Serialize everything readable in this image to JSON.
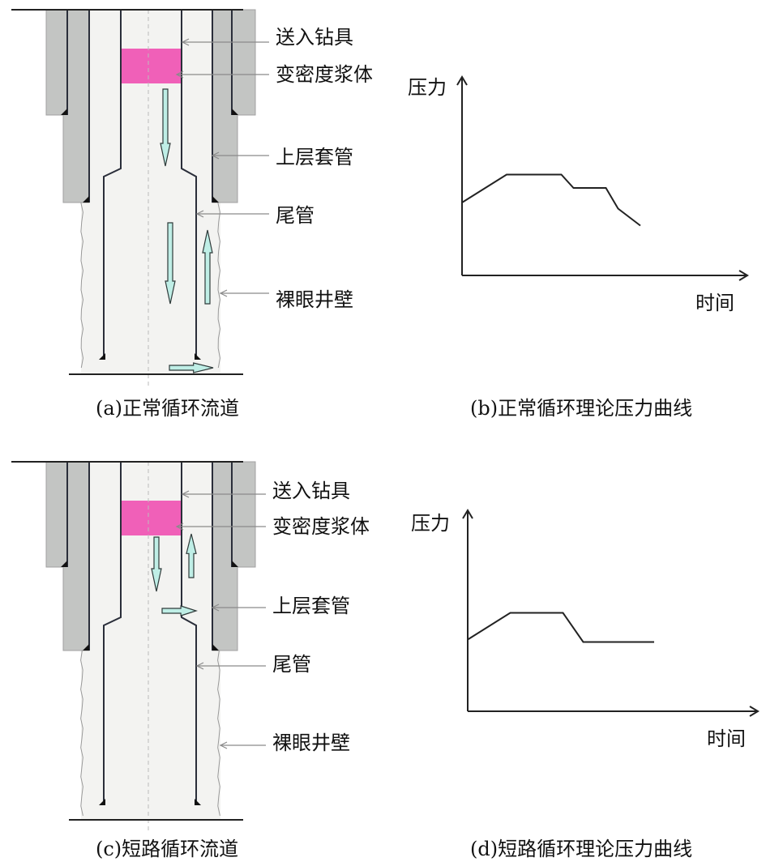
{
  "panels": [
    {
      "id": "a",
      "caption": "(a)正常循环流道",
      "labels": {
        "running_tool": "送入钻具",
        "slurry": "变密度浆体",
        "upper_casing": "上层套管",
        "liner": "尾管",
        "borehole_wall": "裸眼井壁"
      },
      "flow": "normal"
    },
    {
      "id": "c",
      "caption": "(c)短路循环流道",
      "labels": {
        "running_tool": "送入钻具",
        "slurry": "变密度浆体",
        "upper_casing": "上层套管",
        "liner": "尾管",
        "borehole_wall": "裸眼井壁"
      },
      "flow": "short-circuit"
    }
  ],
  "colors": {
    "slurry": "#f060b8",
    "casing": "#c3c5c3",
    "wellbore": "#f3f3f1",
    "arrow": "#bfeee6",
    "line": "#2a2e3a"
  },
  "chart_data": [
    {
      "type": "line",
      "title": "(b)正常循环理论压力曲线",
      "xlabel": "时间",
      "ylabel": "压力",
      "xlim": [
        0,
        14
      ],
      "ylim": [
        0,
        10
      ],
      "grid": false,
      "x": [
        0,
        2.2,
        4.9,
        5.5,
        7.1,
        7.7,
        8.8
      ],
      "y": [
        6.0,
        8.3,
        8.3,
        7.2,
        7.2,
        5.5,
        4.1
      ]
    },
    {
      "type": "line",
      "title": "(d)短路循环理论压力曲线",
      "xlabel": "时间",
      "ylabel": "压力",
      "xlim": [
        0,
        14
      ],
      "ylim": [
        0,
        10
      ],
      "grid": false,
      "x": [
        0,
        2.1,
        4.7,
        5.7,
        9.2
      ],
      "y": [
        5.9,
        8.1,
        8.1,
        5.7,
        5.7
      ]
    }
  ]
}
